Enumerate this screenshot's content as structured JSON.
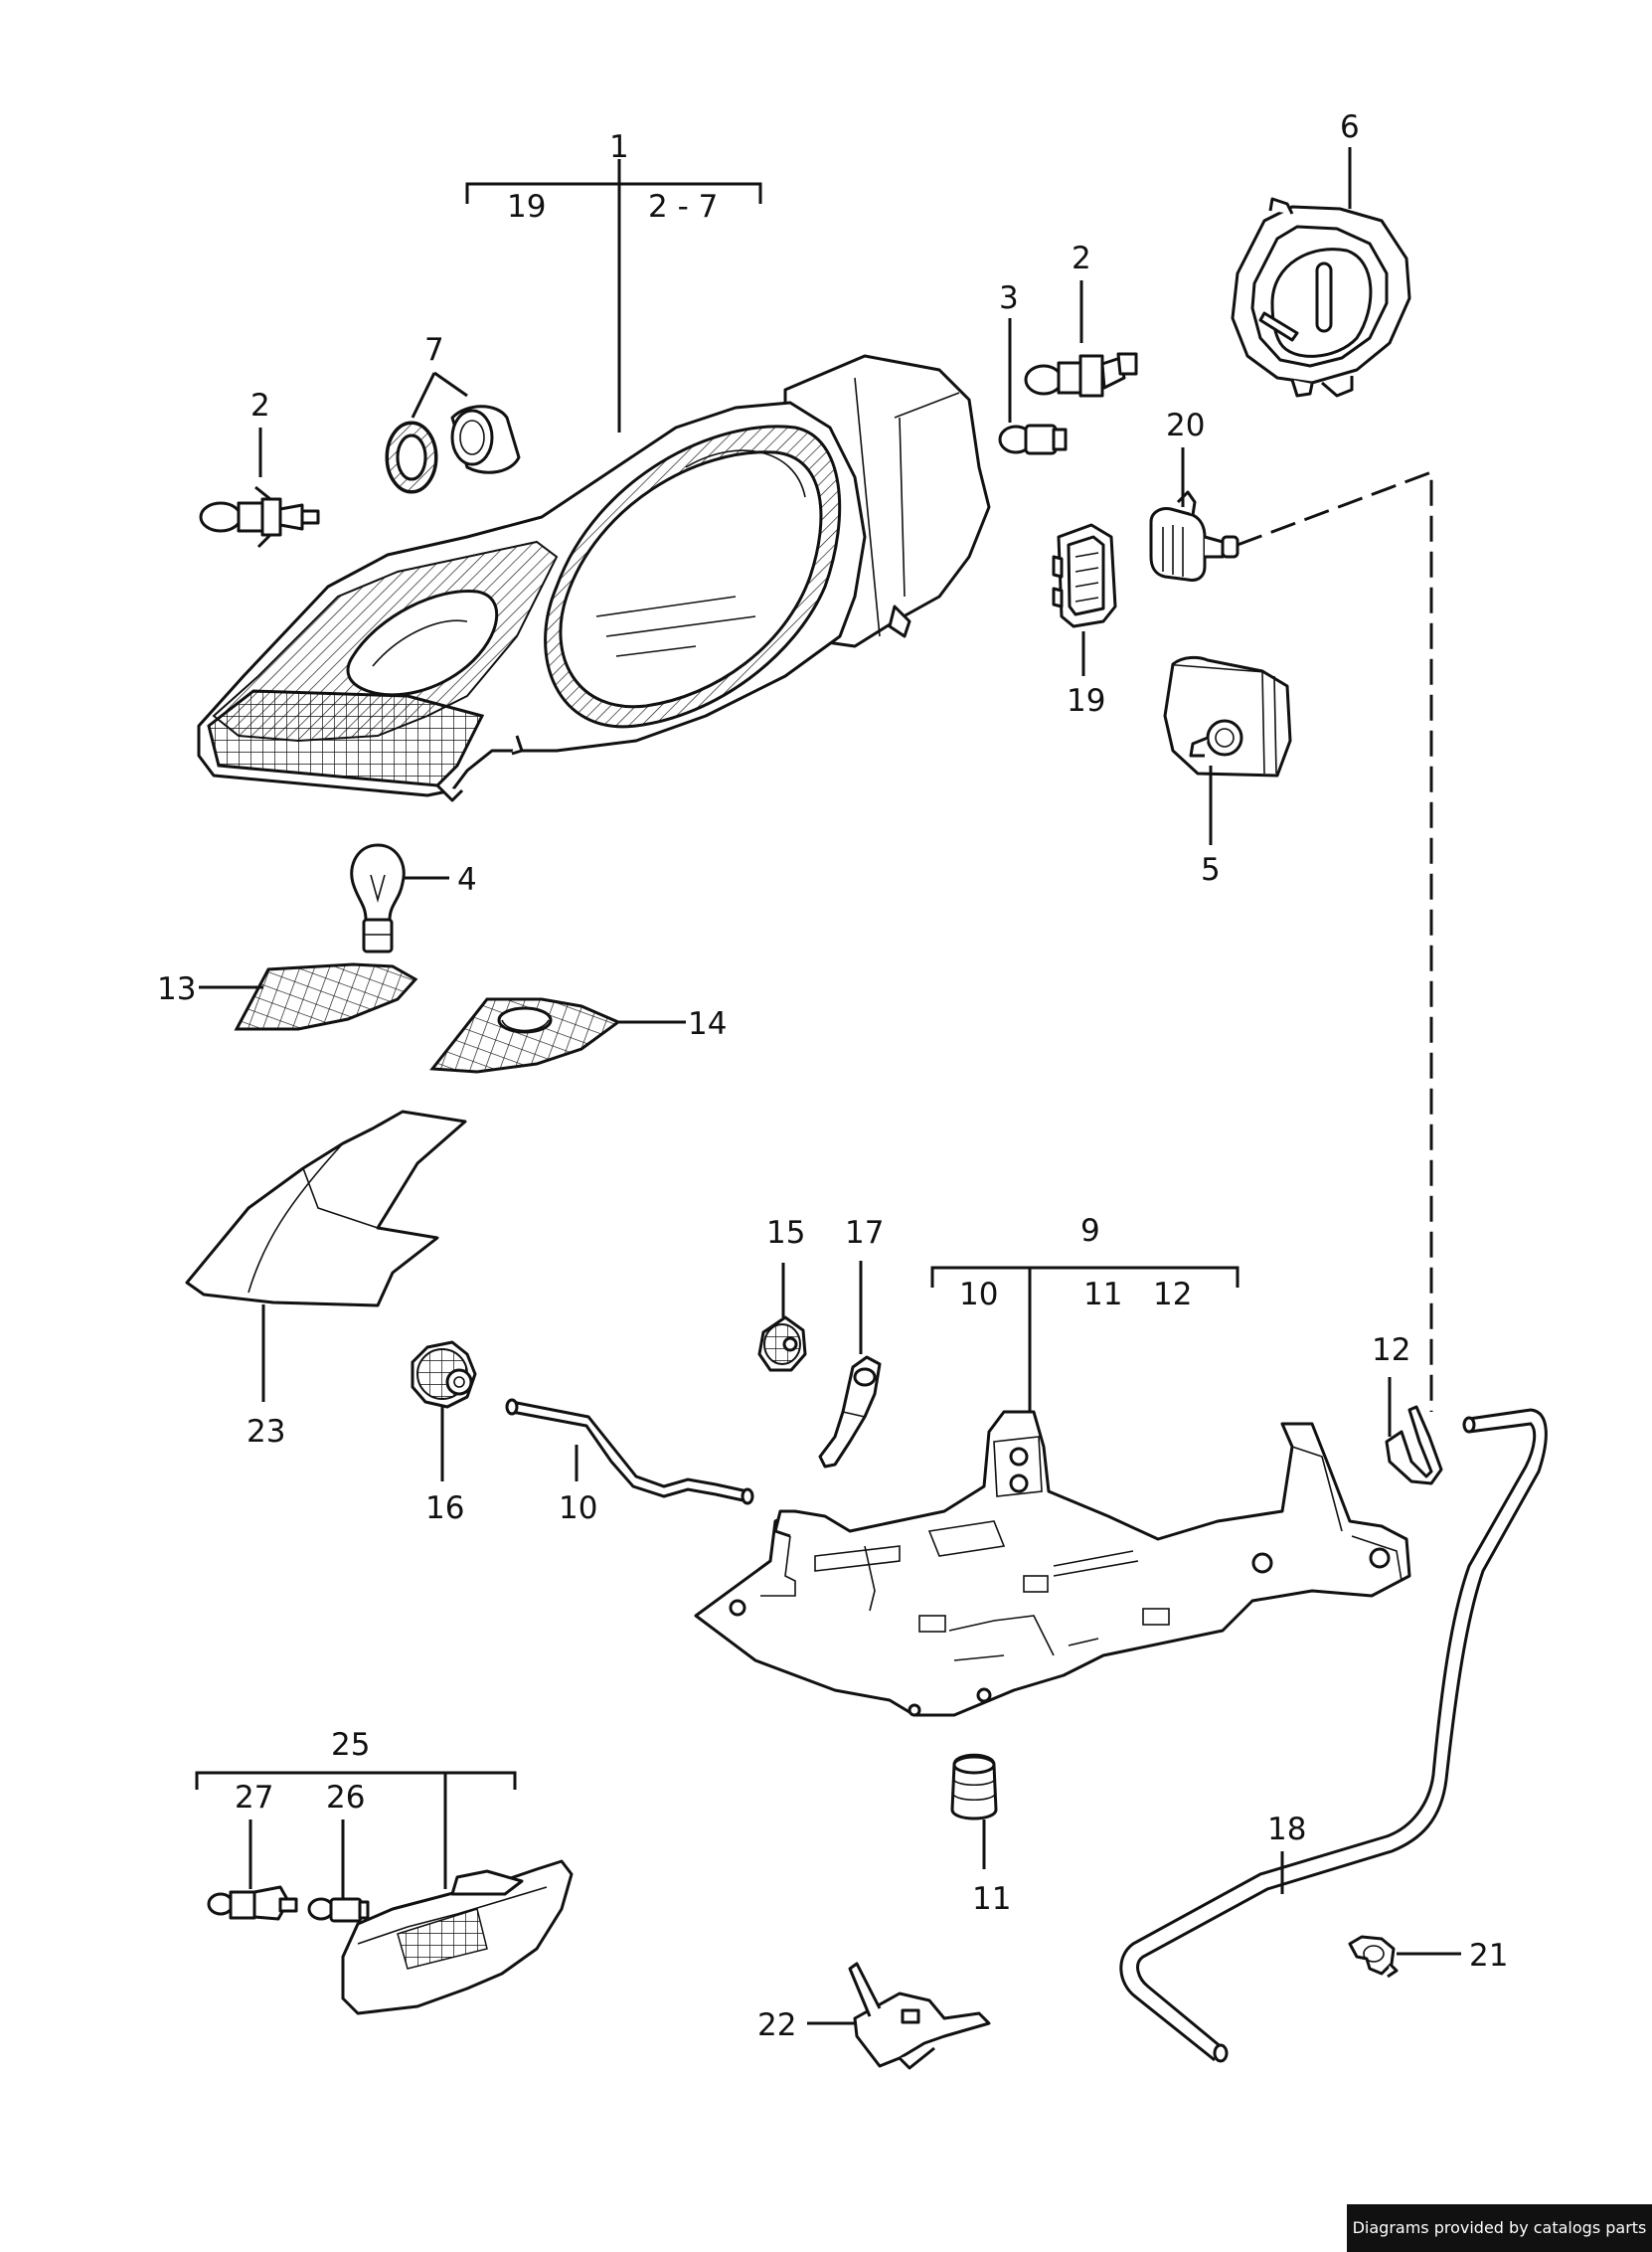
{
  "labels": {
    "l1": "1",
    "l19a": "19",
    "l27": "2 - 7",
    "l2a": "2",
    "l7": "7",
    "l3": "3",
    "l2b": "2",
    "l6": "6",
    "l20": "20",
    "l19b": "19",
    "l5": "5",
    "l4": "4",
    "l13": "13",
    "l14": "14",
    "l23": "23",
    "l15": "15",
    "l17": "17",
    "l9": "9",
    "l10a": "10",
    "l11a": "11",
    "l12a": "12",
    "l12b": "12",
    "l16": "16",
    "l10b": "10",
    "l25": "25",
    "l27b": "27",
    "l26": "26",
    "l11b": "11",
    "l18": "18",
    "l21": "21",
    "l22": "22"
  },
  "credit": "Diagrams provided by catalogs parts"
}
